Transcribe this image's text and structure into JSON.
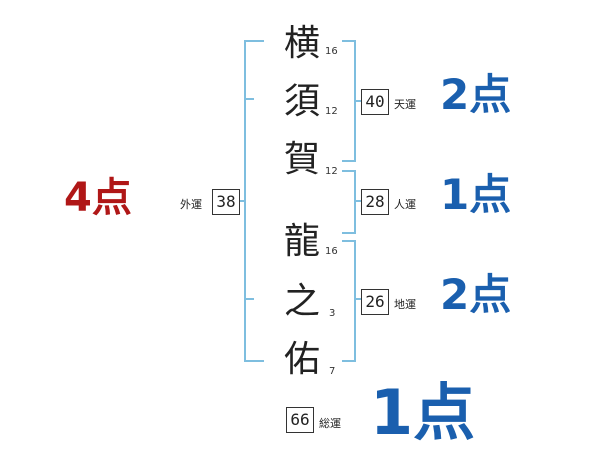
{
  "name_chars": [
    {
      "char": "横",
      "strokes": "16"
    },
    {
      "char": "須",
      "strokes": "12"
    },
    {
      "char": "賀",
      "strokes": "12"
    },
    {
      "char": "龍",
      "strokes": "16"
    },
    {
      "char": "之",
      "strokes": "3"
    },
    {
      "char": "佑",
      "strokes": "7"
    }
  ],
  "unkaku": {
    "gaiun": {
      "label": "外運",
      "value": "38",
      "score": "4点"
    },
    "tenun": {
      "label": "天運",
      "value": "40",
      "score": "2点"
    },
    "jinun": {
      "label": "人運",
      "value": "28",
      "score": "1点"
    },
    "chiun": {
      "label": "地運",
      "value": "26",
      "score": "2点"
    },
    "souun": {
      "label": "総運",
      "value": "66",
      "score": "1点"
    }
  },
  "colors": {
    "bracket": "#7ebedf",
    "score_blue": "#1a5fae",
    "score_red": "#b01717"
  }
}
